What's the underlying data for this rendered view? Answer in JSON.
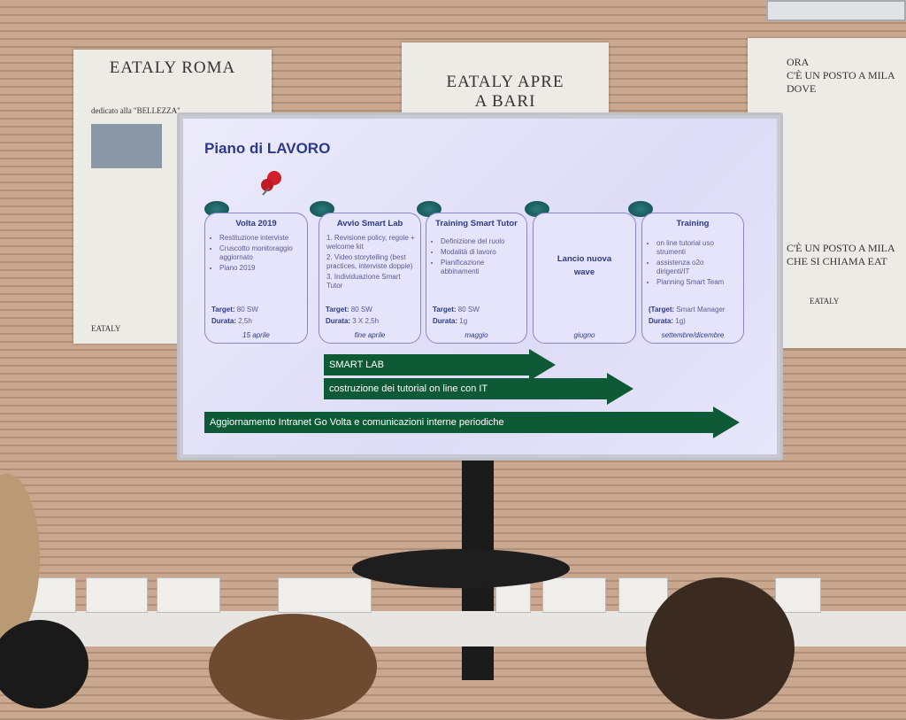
{
  "posters": {
    "left": {
      "title": "EATALY ROMA",
      "subtitle": "dedicato alla \"BELLEZZA\"",
      "footer": "EATALY"
    },
    "center": {
      "title_line1": "EATALY APRE",
      "title_line2": "A BARI"
    },
    "right": {
      "line1": "ORA",
      "line2": "C'È UN POSTO A MILA",
      "line3": "DOVE",
      "line4": "C'È UN POSTO A MILA",
      "line5": "CHE SI CHIAMA EAT",
      "footer": "EATALY"
    }
  },
  "slide": {
    "title": "Piano di LAVORO",
    "cards": [
      {
        "title": "Volta 2019",
        "items": [
          "Restituzione interviste",
          "Cruscotto monitoraggio aggiornato",
          "Piano 2019"
        ],
        "target_label": "Target:",
        "target": "80 SW",
        "duration_label": "Durata:",
        "duration": "2,5h",
        "date": "15 aprile"
      },
      {
        "title": "Avvio Smart Lab",
        "items": [
          "1. Revisione policy, regole + welcome kit",
          "2. Video storytelling (best practices, interviste doppie)",
          "3. Individuazione Smart Tutor"
        ],
        "target_label": "Target:",
        "target": "80 SW",
        "duration_label": "Durata:",
        "duration": "3 X 2,5h",
        "date": "fine aprile"
      },
      {
        "title": "Training Smart Tutor",
        "items": [
          "Definizione del ruolo",
          "Modalità di lavoro",
          "Pianificazione abbinamenti"
        ],
        "target_label": "Target:",
        "target": "80 SW",
        "duration_label": "Durata:",
        "duration": "1g",
        "date": "maggio"
      },
      {
        "title": "Lancio nuova wave",
        "date": "giugno"
      },
      {
        "title": "Training",
        "items": [
          "on line tutorial uso strumenti",
          "assistenza o2o dirigenti/IT",
          "Planning Smart Team"
        ],
        "target_label": "(Target:",
        "target": "Smart Manager",
        "duration_label": "Durata:",
        "duration": "1g)",
        "date": "settembre/dicembre"
      }
    ],
    "arrows": [
      "SMART LAB",
      "costruzione dei tutorial on line con IT",
      "Aggiornamento Intranet Go Volta e comunicazioni interne periodiche"
    ]
  }
}
